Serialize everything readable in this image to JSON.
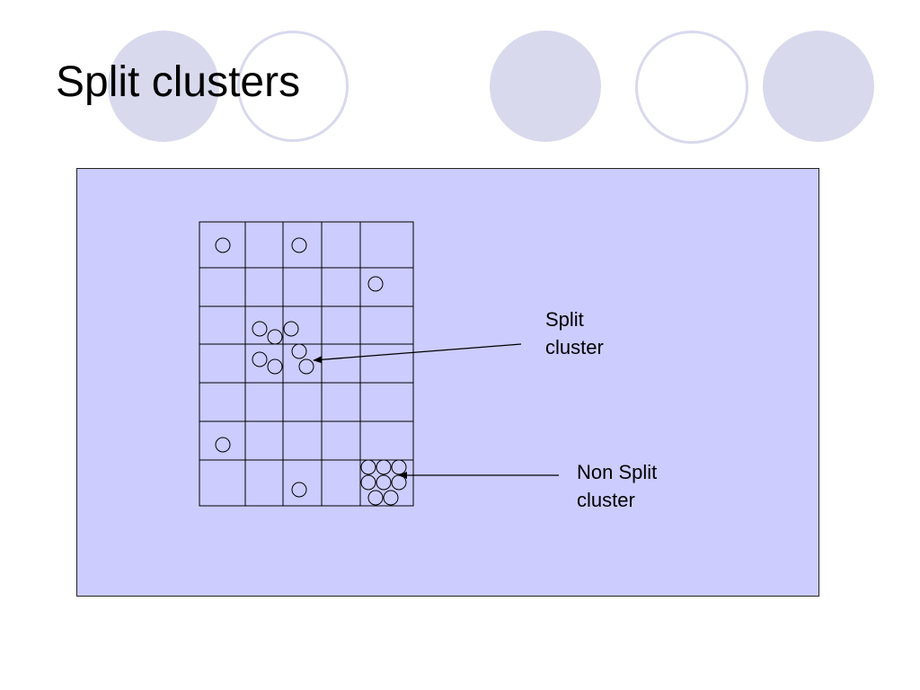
{
  "slide": {
    "title": "Split clusters"
  },
  "labels": {
    "split_cluster_line1": "Split",
    "split_cluster_line2": "cluster",
    "non_split_cluster_line1": "Non Split",
    "non_split_cluster_line2": "cluster"
  },
  "colors": {
    "panel_background": "#ccccff",
    "decor_circle": "#d9d9ed",
    "line": "#000000"
  },
  "grid": {
    "columns": 5,
    "rows": 7
  }
}
